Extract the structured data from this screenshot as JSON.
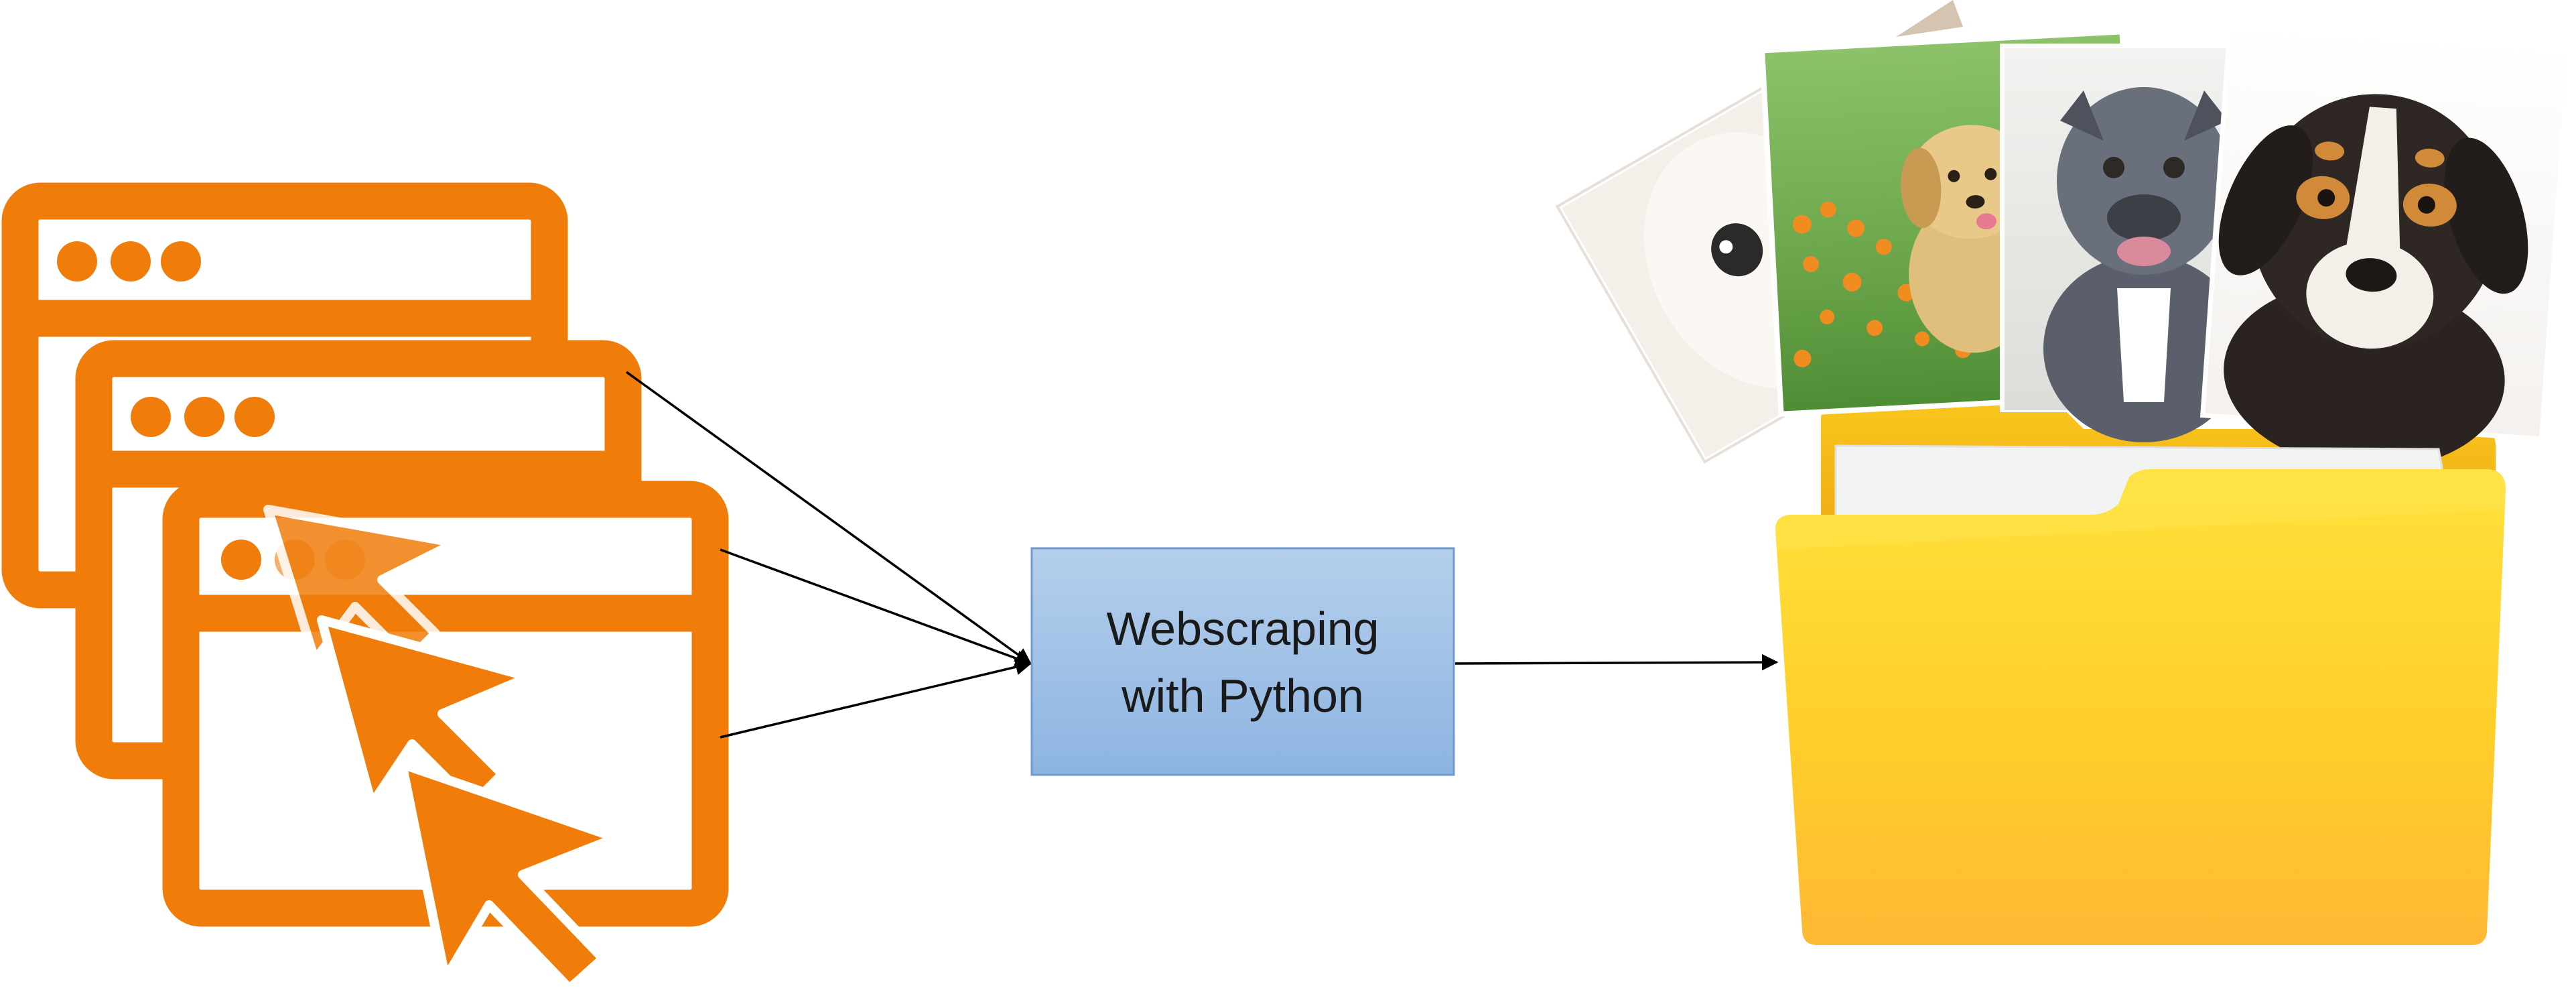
{
  "diagram": {
    "process_box": {
      "line1": "Webscraping",
      "line2": "with Python"
    },
    "inputs": {
      "icon": "browser-windows-with-cursor-icon",
      "window_count": 3
    },
    "output": {
      "icon": "folder-with-photos-icon",
      "photo_count": 5
    }
  },
  "colors": {
    "browser_orange": "#f07c0a",
    "process_fill_top": "#b3cdea",
    "process_fill_bottom": "#8cb3e0",
    "process_border": "#6f9bd0",
    "arrow": "#000000",
    "folder_front_top": "#ffe24a",
    "folder_front_bottom": "#ffba30",
    "folder_back": "#f7c21a"
  }
}
